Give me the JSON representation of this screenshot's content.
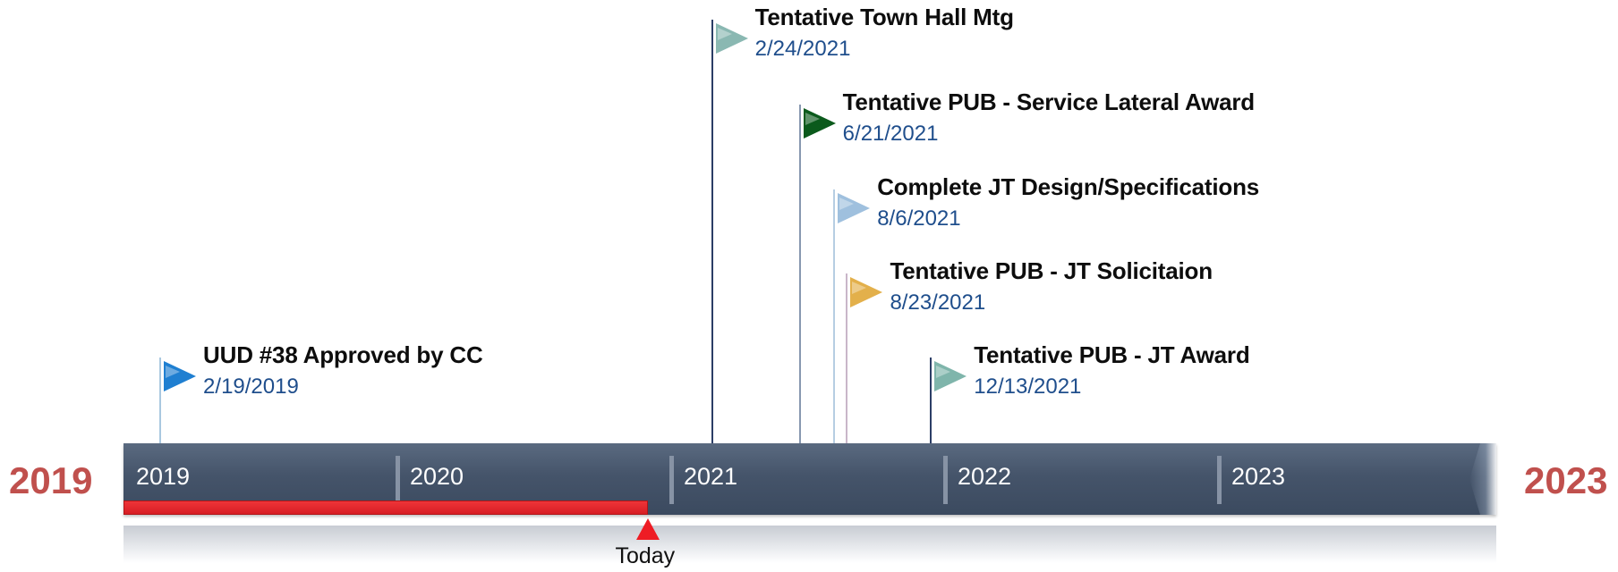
{
  "timeline": {
    "start_label": "2019",
    "end_label": "2023",
    "years": [
      "2019",
      "2020",
      "2021",
      "2022",
      "2023"
    ],
    "today_label": "Today",
    "today_date": "2020-12-01",
    "colors": {
      "bar": "#45546a",
      "progress": "#ee1c24",
      "end_label": "#c0504d",
      "date_text": "#1f4e8c"
    }
  },
  "milestones": [
    {
      "title": "UUD #38 Approved by CC",
      "date": "2/19/2019",
      "flag_color": "#1f7fd1",
      "pole_color": "#a9c8e0"
    },
    {
      "title": "Tentative Town Hall Mtg",
      "date": "2/24/2021",
      "flag_color": "#8ab8b2",
      "pole_color": "#2c3e66"
    },
    {
      "title": "Tentative PUB - Service Lateral Award",
      "date": "6/21/2021",
      "flag_color": "#0b5a1c",
      "pole_color": "#8898b0"
    },
    {
      "title": "Complete JT Design/Specifications",
      "date": "8/6/2021",
      "flag_color": "#9fc0de",
      "pole_color": "#b6cde2"
    },
    {
      "title": "Tentative PUB - JT Solicitaion",
      "date": "8/23/2021",
      "flag_color": "#e3b04b",
      "pole_color": "#c9b6c9"
    },
    {
      "title": "Tentative PUB - JT Award",
      "date": "12/13/2021",
      "flag_color": "#7fb5ab",
      "pole_color": "#2c3e66"
    }
  ]
}
